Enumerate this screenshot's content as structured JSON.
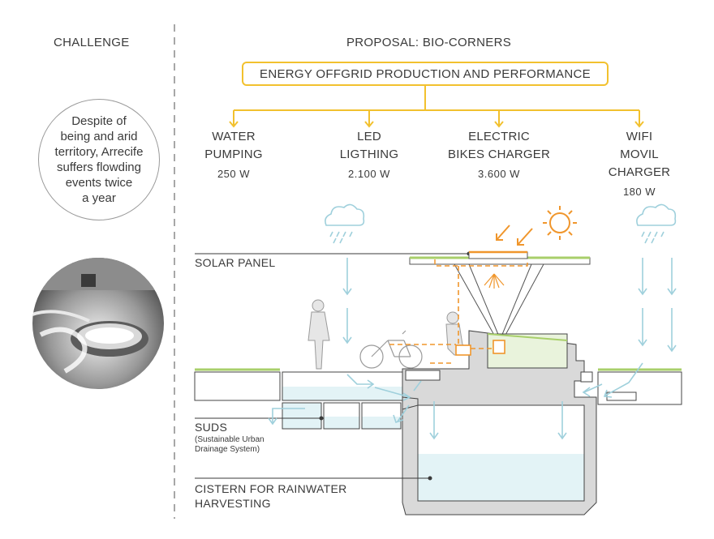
{
  "left": {
    "heading": "CHALLENGE",
    "circle_text_lines": [
      "Despite of",
      "being and arid",
      "territory, Arrecife",
      "suffers flowding",
      "events twice",
      "a year"
    ]
  },
  "right": {
    "heading": "PROPOSAL:  BIO-CORNERS",
    "energy_box": "ENERGY OFFGRID PRODUCTION AND PERFORMANCE",
    "items": [
      {
        "line1": "WATER",
        "line2": "PUMPING",
        "watt": "250 W"
      },
      {
        "line1": "LED",
        "line2": "LIGTHING",
        "watt": "2.100 W"
      },
      {
        "line1": "ELECTRIC",
        "line2": "BIKES CHARGER",
        "watt": "3.600 W"
      },
      {
        "line1": "WIFI",
        "line2": "MOVIL CHARGER",
        "watt": "180 W"
      }
    ]
  },
  "labels": {
    "solar_panel": "SOLAR PANEL",
    "suds": "SUDS",
    "suds_sub1": "(Sustainable Urban",
    "suds_sub2": "Drainage System)",
    "cistern1": "CISTERN FOR RAINWATER",
    "cistern2": "HARVESTING"
  },
  "colors": {
    "yellow": "#f2c12e",
    "orange": "#f0962c",
    "water": "#9fd0dc",
    "water_fill": "#e3f3f6",
    "structure": "#d9d9d9",
    "green": "#a8cf6a"
  }
}
